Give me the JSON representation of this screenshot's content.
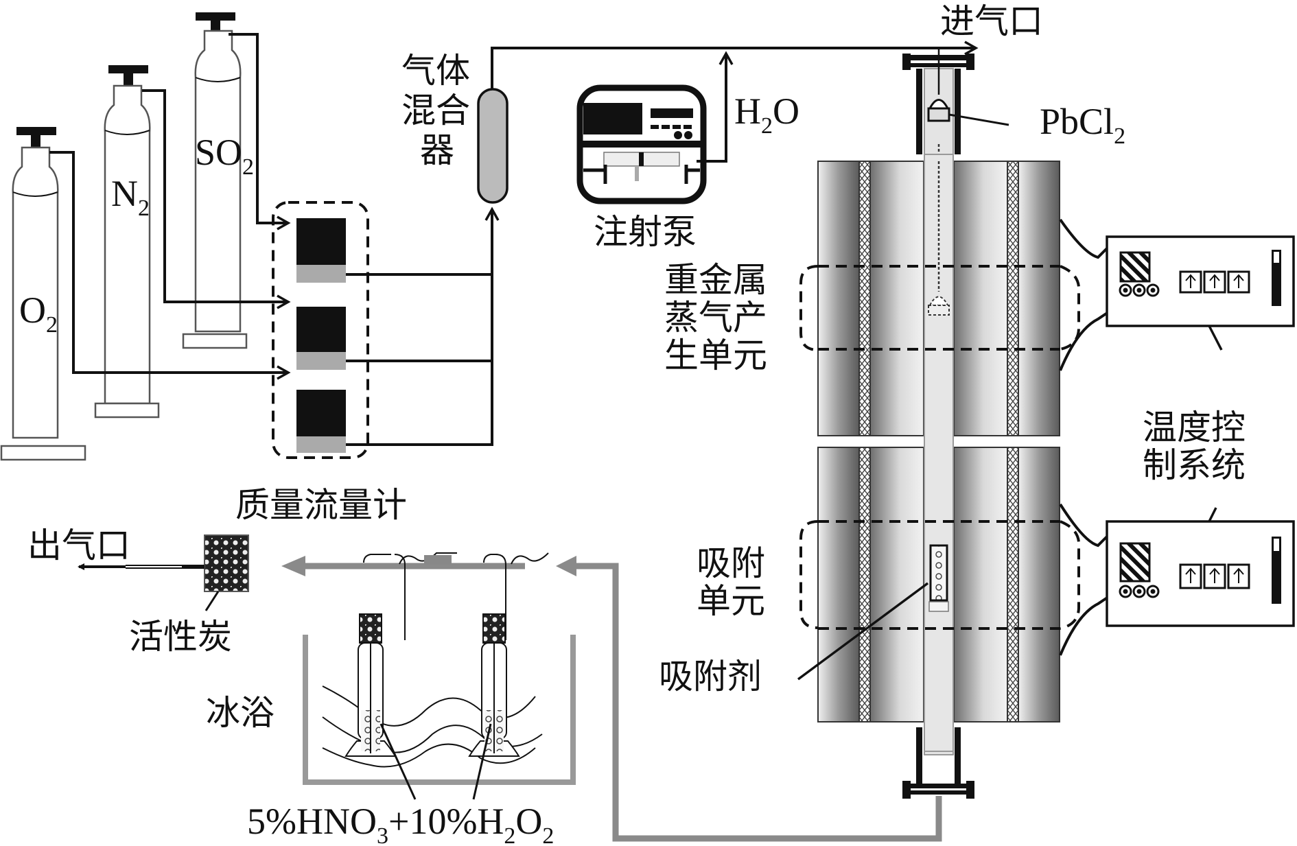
{
  "figure": {
    "type": "experimental-apparatus-schematic",
    "cylinders": [
      {
        "id": "o2",
        "formula": "O",
        "subscript": "2"
      },
      {
        "id": "n2",
        "formula": "N",
        "subscript": "2"
      },
      {
        "id": "so2",
        "formula": "SO",
        "subscript": "2"
      }
    ],
    "labels": {
      "gas_mixer": [
        "气体",
        "混合",
        "器"
      ],
      "mass_flow_meter": "质量流量计",
      "syringe_pump": "注射泵",
      "water": {
        "main": "H",
        "sub": "2",
        "tail": "O"
      },
      "gas_inlet": "进气口",
      "pbcl2": {
        "main": "PbCl",
        "sub": "2"
      },
      "heavy_metal_unit": [
        "重金属",
        "蒸气产",
        "生单元"
      ],
      "adsorption_unit": [
        "吸附",
        "单元"
      ],
      "adsorbent": "吸附剂",
      "temp_control": [
        "温度控",
        "制系统"
      ],
      "gas_outlet": "出气口",
      "activated_carbon": "活性炭",
      "ice_bath": "冰浴",
      "absorbent_solution": {
        "p1": "5%HNO",
        "s1": "3",
        "p2": "+10%H",
        "s2": "2",
        "p3": "O",
        "s3": "2"
      }
    }
  }
}
